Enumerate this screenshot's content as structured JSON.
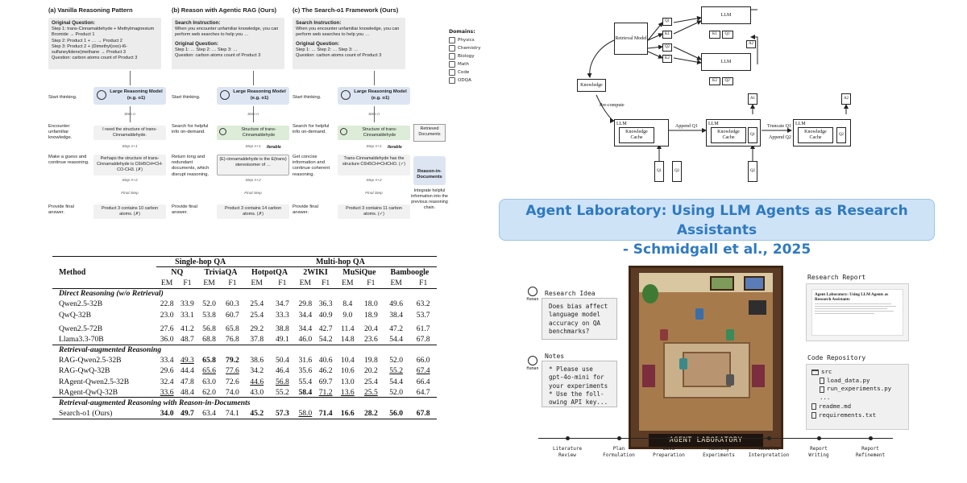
{
  "panel_a": {
    "columns": [
      {
        "title": "(a) Vanilla Reasoning Pattern",
        "input_title": "Original Question:",
        "input_lines": [
          "Step 1: trans-Cinnamaldehyde + Methylmagnesium Bromide → Product 1",
          "Step 2: Product 1 + … → Product 2",
          "Step 3: Product 2 + (Dimethyl(oxo)-l6-sulfaneylidene)methane → Product 3",
          "Question: carbon atoms count of Product 3"
        ],
        "start_label": "Start thinking.",
        "model_label": "Large Reasoning Model (e.g. o1)",
        "step_n": "Step n",
        "enc_label": "Encounter unfamiliar knowledge.",
        "enc_node": "I need the structure of trans-Cinnamaldehyde.",
        "step_n1": "Step n+1",
        "guess_label": "Make a guess and continue reasoning.",
        "guess_node": "Perhaps the structure of trans-Cinnamaldehyde is C6H5CH=CH-CO-CH3. (✗)",
        "step_n2": "Step n+2",
        "final_step": "Final Step",
        "final_label": "Provide final answer.",
        "final_node": "Product 3 contains 10 carbon atoms. (✗)"
      },
      {
        "title": "(b) Reason with Agentic RAG (Ours)",
        "input_title": "Search Instruction:",
        "input_lines": [
          "When you encounter unfamiliar knowledge, you can perform web searches to help you …"
        ],
        "input2_title": "Original Question:",
        "input2_lines": [
          "Step 1: … Step 2: … Step 3: …",
          "Question: carbon atoms count of Product 3"
        ],
        "start_label": "Start thinking.",
        "model_label": "Large Reasoning Model (e.g. o1)",
        "step_n": "Step n",
        "enc_label": "Search for helpful info on-demand.",
        "enc_node": "Structure of trans-Cinnamaldehyde",
        "step_n1": "Step n+1",
        "iterable": "Iterable",
        "guess_label": "Return long and redundant documents, which disrupt reasoning.",
        "guess_node": "(E)-cinnamaldehyde is the E(trans) stereoisomer of …",
        "step_n2": "Step n+2",
        "final_step": "Final Step",
        "final_label": "Provide final answer.",
        "final_node": "Product 3 contains 14 carbon atoms. (✗)"
      },
      {
        "title": "(c) The Search-o1 Framework (Ours)",
        "input_title": "Search Instruction:",
        "input_lines": [
          "When you encounter unfamiliar knowledge, you can perform web searches to help you …"
        ],
        "input2_title": "Original Question:",
        "input2_lines": [
          "Step 1: … Step 2: … Step 3: …",
          "Question: carbon atoms count of Product 3"
        ],
        "start_label": "Start thinking.",
        "model_label": "Large Reasoning Model (e.g. o1)",
        "step_n": "Step n",
        "enc_label": "Search for helpful info on-demand.",
        "enc_node": "Structure of trans-Cinnamaldehyde",
        "step_n1": "Step n+1",
        "iterable": "Iterable",
        "guess_label": "Get concise information and continue coherent reasoning.",
        "guess_node": "Trans-Cinnamaldehyde has the structure C6H5CH=CHCHO. (✓)",
        "step_n2": "Step n+2",
        "final_step": "Final Step",
        "final_label": "Provide final answer.",
        "final_node": "Product 3 contains 11 carbon atoms. (✓)",
        "retrieved_docs": "Retrieved Documents",
        "rind": "Reason-in-Documents",
        "integrate": "Integrate helpful information into the previous reasoning chain."
      }
    ],
    "domains": {
      "title": "Domains:",
      "items": [
        "Physics",
        "Chemistry",
        "Biology",
        "Math",
        "Code",
        "ODQA"
      ]
    }
  },
  "table": {
    "header_method": "Method",
    "group_single": "Single-hop QA",
    "group_multi": "Multi-hop QA",
    "datasets": [
      "NQ",
      "TriviaQA",
      "HotpotQA",
      "2WIKI",
      "MuSiQue",
      "Bamboogle"
    ],
    "metrics": [
      "EM",
      "F1",
      "EM",
      "F1",
      "EM",
      "F1",
      "EM",
      "F1",
      "EM",
      "F1",
      "EM",
      "F1"
    ],
    "sections": [
      {
        "title": "Direct Reasoning (w/o Retrieval)",
        "rows": [
          {
            "method": "Qwen2.5-32B",
            "vals": [
              "22.8",
              "33.9",
              "52.0",
              "60.3",
              "25.4",
              "34.7",
              "29.8",
              "36.3",
              "8.4",
              "18.0",
              "49.6",
              "63.2"
            ]
          },
          {
            "method": "QwQ-32B",
            "vals": [
              "23.0",
              "33.1",
              "53.8",
              "60.7",
              "25.4",
              "33.3",
              "34.4",
              "40.9",
              "9.0",
              "18.9",
              "38.4",
              "53.7"
            ]
          },
          {
            "gap": true
          },
          {
            "method": "Qwen2.5-72B",
            "vals": [
              "27.6",
              "41.2",
              "56.8",
              "65.8",
              "29.2",
              "38.8",
              "34.4",
              "42.7",
              "11.4",
              "20.4",
              "47.2",
              "61.7"
            ]
          },
          {
            "method": "Llama3.3-70B",
            "vals": [
              "36.0",
              "48.7",
              "68.8",
              "76.8",
              "37.8",
              "49.1",
              "46.0",
              "54.2",
              "14.8",
              "23.6",
              "54.4",
              "67.8"
            ]
          }
        ]
      },
      {
        "title": "Retrieval-augmented Reasoning",
        "rows": [
          {
            "method": "RAG-Qwen2.5-32B",
            "vals": [
              "33.4",
              "49.3",
              "65.8",
              "79.2",
              "38.6",
              "50.4",
              "31.6",
              "40.6",
              "10.4",
              "19.8",
              "52.0",
              "66.0"
            ],
            "bold": [
              2,
              3
            ],
            "underline": [
              1
            ]
          },
          {
            "method": "RAG-QwQ-32B",
            "vals": [
              "29.6",
              "44.4",
              "65.6",
              "77.6",
              "34.2",
              "46.4",
              "35.6",
              "46.2",
              "10.6",
              "20.2",
              "55.2",
              "67.4"
            ],
            "underline": [
              2,
              3,
              10,
              11
            ]
          },
          {
            "method": "RAgent-Qwen2.5-32B",
            "vals": [
              "32.4",
              "47.8",
              "63.0",
              "72.6",
              "44.6",
              "56.8",
              "55.4",
              "69.7",
              "13.0",
              "25.4",
              "54.4",
              "66.4"
            ],
            "underline": [
              4,
              5
            ]
          },
          {
            "method": "RAgent-QwQ-32B",
            "vals": [
              "33.6",
              "48.4",
              "62.0",
              "74.0",
              "43.0",
              "55.2",
              "58.4",
              "71.2",
              "13.6",
              "25.5",
              "52.0",
              "64.7"
            ],
            "bold": [
              6
            ],
            "underline": [
              0,
              7,
              8,
              9
            ]
          }
        ]
      },
      {
        "title": "Retrieval-augmented Reasoning with Reason-in-Documents",
        "rows": [
          {
            "method": "Search-o1 (Ours)",
            "vals": [
              "34.0",
              "49.7",
              "63.4",
              "74.1",
              "45.2",
              "57.3",
              "58.0",
              "71.4",
              "16.6",
              "28.2",
              "56.0",
              "67.8"
            ],
            "bold": [
              0,
              1,
              4,
              5,
              7,
              8,
              9,
              10,
              11
            ],
            "underline": [
              6
            ]
          }
        ]
      }
    ]
  },
  "knowledge_diagram": {
    "retrieval_model": "Retrieval Model",
    "knowledge": "Knowledge",
    "pre_compute": "Pre-compute",
    "llm": "LLM",
    "knowledge_cache": "Knowledge Cache",
    "append_q1": "Append Q1",
    "truncate_q1": "Truncate Q1",
    "append_q2": "Append Q2",
    "q1": "Q1",
    "q2": "Q2",
    "k1": "K1",
    "k2": "K2",
    "a1": "A1",
    "a2": "A2",
    "q1p": "Q1'",
    "q2p": "Q2'"
  },
  "banner": {
    "line1": "Agent Laboratory: Using LLM Agents as Research Assistants",
    "line2": "- Schmidgall et al., 2025"
  },
  "agent_lab": {
    "human": "Human",
    "research_idea_label": "Research Idea",
    "research_idea_text": "Does bias affect\nlanguage model\naccuracy on QA\nbenchmarks?",
    "notes_label": "Notes",
    "notes_text": "* Please use\ngpt-4o-mini for\nyour experiments\n* Use the foll-\nowing API key...",
    "room_title": "AGENT LABORATORY",
    "research_report_label": "Research Report",
    "report_title": "Agent Laboratory: Using LLM Agents as Research Assistants",
    "code_repo_label": "Code Repository",
    "repo_items": [
      "src",
      "load_data.py",
      "run_experiments.py",
      "...",
      "readme.md",
      "requirements.txt"
    ],
    "timeline": [
      "Literature\nReview",
      "Plan\nFormulation",
      "Data\nPreparation",
      "Running\nExperiments",
      "Results\nInterpretation",
      "Report\nWriting",
      "Report\nRefinement"
    ]
  }
}
